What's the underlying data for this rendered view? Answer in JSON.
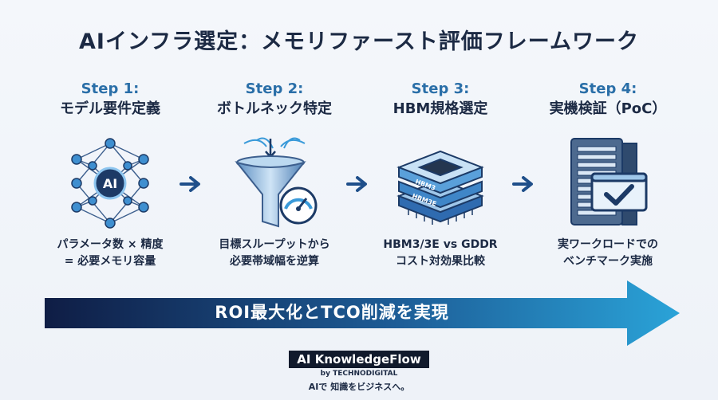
{
  "title": "AIインフラ選定：メモリファースト評価フレームワーク",
  "steps": [
    {
      "num": "Step 1:",
      "title": "モデル要件定義",
      "icon": "neural-network-ai-icon",
      "icon_label": "AI",
      "desc": [
        "パラメータ数 × 精度",
        "= 必要メモリ容量"
      ]
    },
    {
      "num": "Step 2:",
      "title": "ボトルネック特定",
      "icon": "funnel-gauge-icon",
      "desc": [
        "目標スループットから",
        "必要帯域幅を逆算"
      ]
    },
    {
      "num": "Step 3:",
      "title": "HBM規格選定",
      "icon": "hbm-chip-stack-icon",
      "chip_labels": [
        "HBM3",
        "HBM3E"
      ],
      "desc": [
        "HBM3/3E vs GDDR",
        "コスト対効果比較"
      ]
    },
    {
      "num": "Step 4:",
      "title": "実機検証（PoC）",
      "icon": "server-checkmark-icon",
      "desc": [
        "実ワークロードでの",
        "ベンチマーク実施"
      ]
    }
  ],
  "banner": {
    "text": "ROI最大化とTCO削減を実現"
  },
  "brand": {
    "name": "AI KnowledgeFlow",
    "by": "by TECHNODIGITAL",
    "tagline": "AIで 知識をビジネスへ。"
  },
  "colors": {
    "accent": "#2a6fa8",
    "navy": "#1c2a44",
    "banner_start": "#0f1d45",
    "banner_end": "#2aa3d8"
  }
}
